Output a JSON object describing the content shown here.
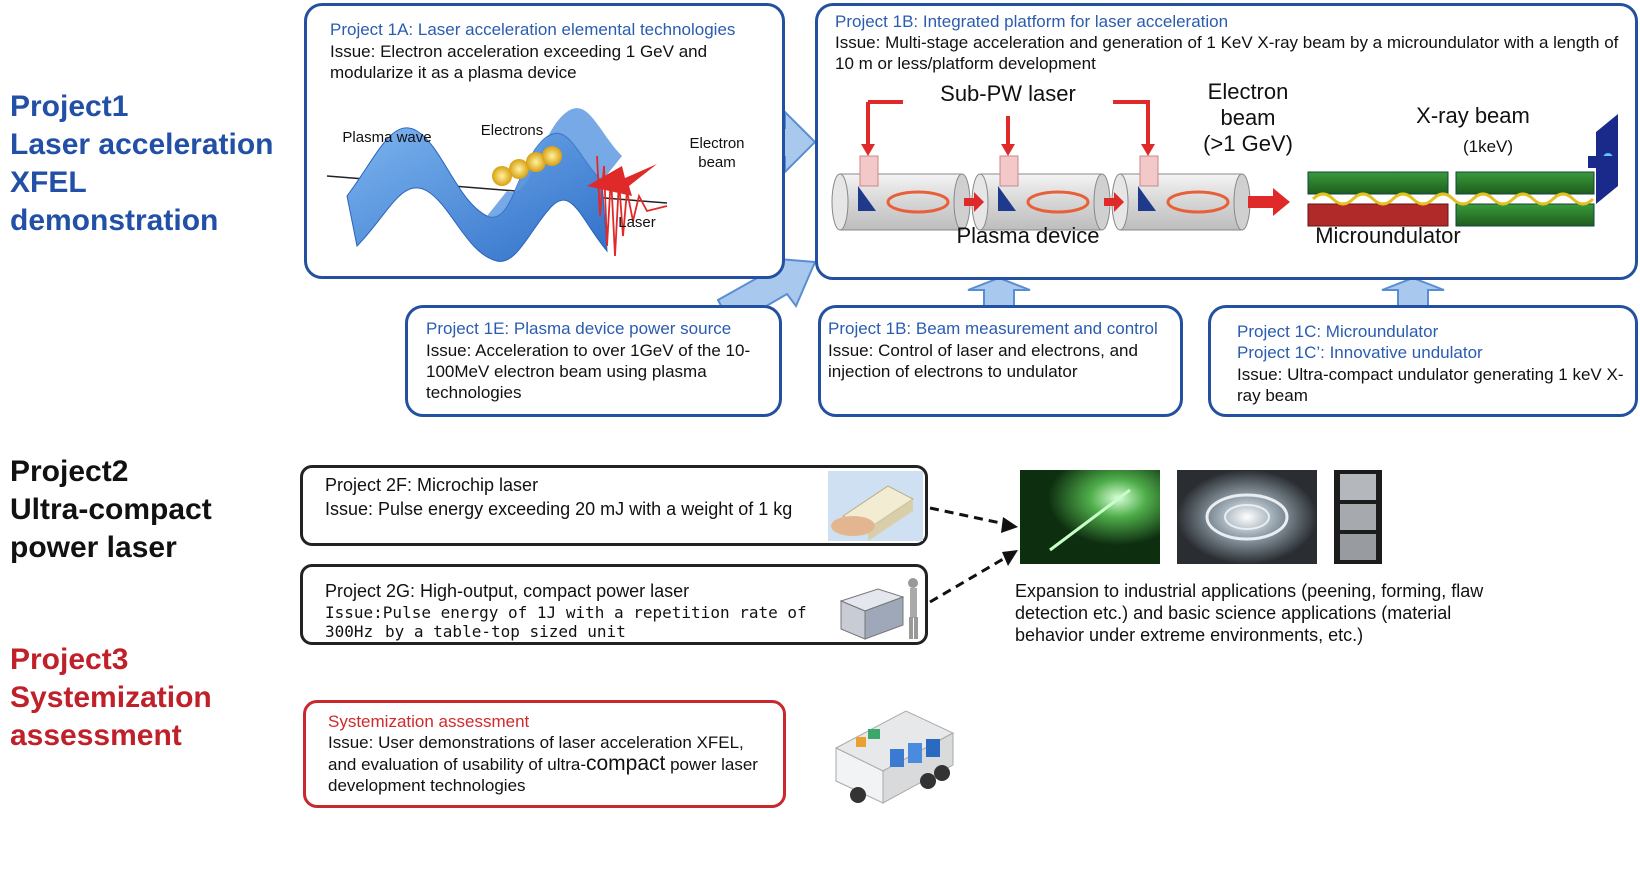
{
  "colors": {
    "blue": "#2150a6",
    "red": "#c0202a",
    "arrow_blue": "#8fb8e6"
  },
  "projects": [
    {
      "title_line1": "Project1",
      "title_line2": "Laser acceleration",
      "title_line3": "XFEL",
      "title_line4": "demonstration"
    },
    {
      "title_line1": "Project2",
      "title_line2": "Ultra-compact",
      "title_line3": "power laser"
    },
    {
      "title_line1": "Project3",
      "title_line2": "Systemization",
      "title_line3": "assessment"
    }
  ],
  "p1a": {
    "title": "Project 1A: Laser acceleration elemental technologies",
    "issue": "Issue: Electron acceleration exceeding 1 GeV and modularize it as a plasma device",
    "labels": {
      "plasma_wave": "Plasma wave",
      "electrons": "Electrons",
      "electron_beam": "Electron beam",
      "laser": "Laser"
    }
  },
  "p1b_platform": {
    "title": "Project 1B: Integrated platform for laser acceleration",
    "issue": "Issue: Multi-stage acceleration and generation of 1 KeV X-ray beam by a microundulator with a length of 10 m or less/platform development",
    "labels": {
      "sub_pw_laser": "Sub-PW laser",
      "electron_beam_line1": "Electron",
      "electron_beam_line2": "beam",
      "electron_beam_line3": "(>1 GeV)",
      "xray_beam": "X-ray beam",
      "xray_energy": "(1keV)",
      "plasma_device": "Plasma device",
      "microundulator": "Microundulator"
    }
  },
  "p1e": {
    "title": "Project 1E: Plasma device power source",
    "issue": "Issue: Acceleration to over 1GeV of the 10-100MeV electron beam using plasma technologies"
  },
  "p1b_beam": {
    "title": "Project 1B: Beam measurement and control",
    "issue": "Issue: Control of laser and electrons, and injection of electrons to undulator"
  },
  "p1c": {
    "title1": "Project 1C: Microundulator",
    "title2": "Project 1C’: Innovative undulator",
    "issue": "Issue: Ultra-compact undulator generating 1 keV X-ray beam"
  },
  "p2f": {
    "title": "Project 2F: Microchip laser",
    "issue": "Issue: Pulse energy exceeding 20 mJ with a weight of 1 kg"
  },
  "p2g": {
    "title": "Project 2G: High-output, compact power laser",
    "issue_line1": "Issue:Pulse energy of 1J with a repetition rate of 300Hz",
    "issue_line2": "by a table-top sized unit"
  },
  "applications": {
    "text": "Expansion to industrial applications (peening, forming, flaw detection etc.) and basic science applications (material behavior under extreme environments, etc.)"
  },
  "p3": {
    "title": "Systemization assessment",
    "issue_a": "Issue: User demonstrations of laser acceleration XFEL, and  evaluation of usability of  ultra-",
    "issue_big": "compact",
    "issue_b": " power laser development technologies"
  }
}
